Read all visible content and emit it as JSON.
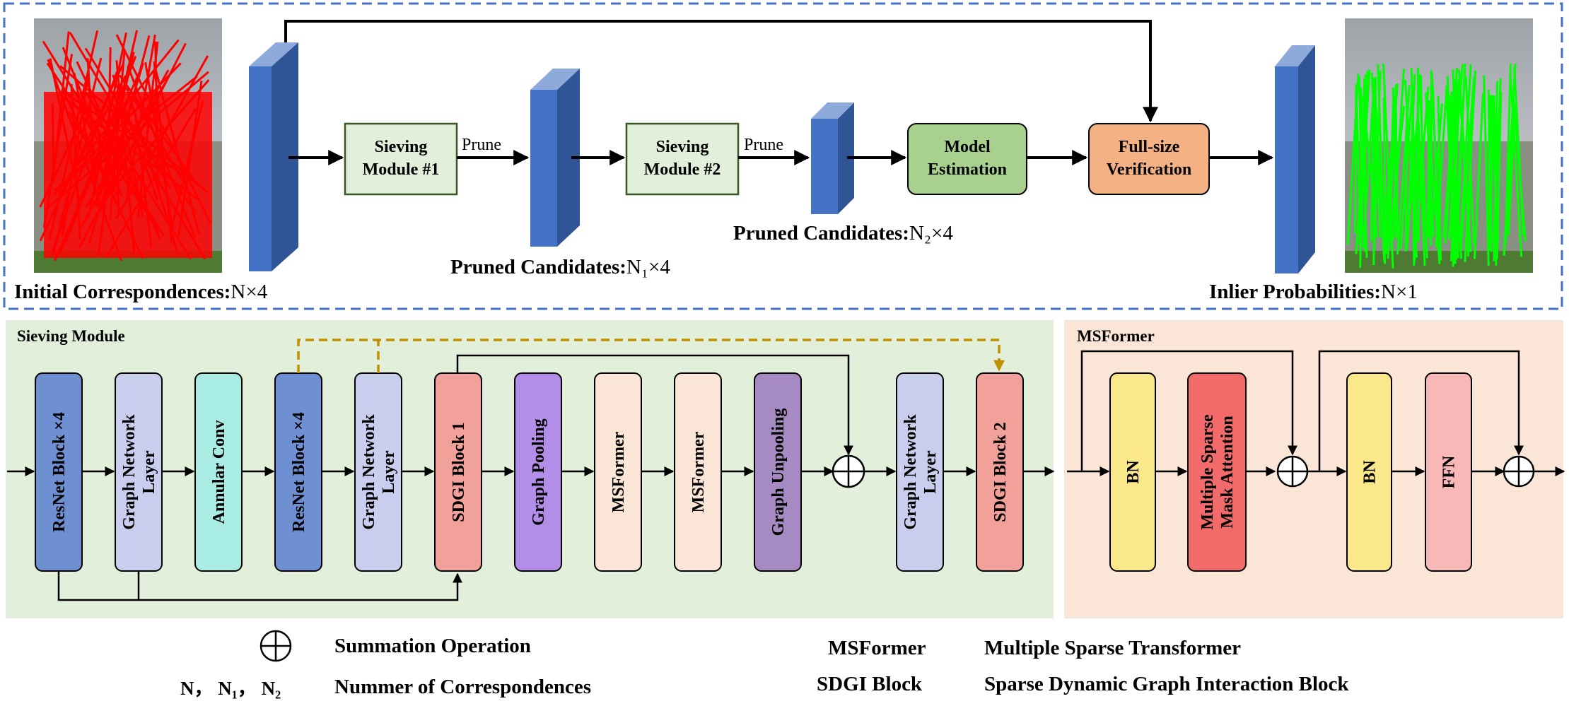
{
  "colors": {
    "frame_dash": "#4472c4",
    "prism_front": "#4472c4",
    "prism_side": "#2f5597",
    "prism_top": "#8eaadb",
    "sieving_box_fill": "#e2efda",
    "sieving_box_stroke": "#375623",
    "model_est_fill": "#a9d18e",
    "full_size_fill": "#f4b183",
    "panel_green": "#e2efda",
    "panel_peach": "#fbe5d6",
    "resnet": "#6f8fd3",
    "graph_net": "#c9cdee",
    "annular": "#a8ece3",
    "sdgi": "#f1a09a",
    "graph_pool": "#b38ee8",
    "msformer": "#fbe5d6",
    "graph_unpool": "#a68bc2",
    "bn": "#fbe88a",
    "msma": "#f26a6a",
    "ffn": "#f9b8b8",
    "dashed_skip": "#bf9000",
    "red_lines": "#ff0000",
    "green_lines": "#00ff00"
  },
  "pipeline": {
    "sieving1": [
      "Sieving",
      "Module #1"
    ],
    "sieving2": [
      "Sieving",
      "Module #2"
    ],
    "prune_label": "Prune",
    "model_estimation": [
      "Model",
      "Estimation"
    ],
    "full_size_verification": [
      "Full-size",
      "Verification"
    ],
    "initial_correspondences": "Initial Correspondences:",
    "initial_dims": "N×4",
    "pruned1_label": "Pruned Candidates:",
    "pruned1_dims": "N₁×4",
    "pruned2_label": "Pruned Candidates:",
    "pruned2_dims": "N₂×4",
    "inlier_label": "Inlier Probabilities:",
    "inlier_dims": "N×1"
  },
  "sieving_module": {
    "title": "Sieving Module",
    "blocks": [
      "ResNet Block ×4",
      "Graph Network|Layer",
      "Annular Conv",
      "ResNet Block ×4",
      "Graph Network|Layer",
      "SDGI Block 1",
      "Graph Pooling",
      "MSFormer",
      "MSFormer",
      "Graph Unpooling",
      "Graph Network|Layer",
      "SDGI Block 2"
    ]
  },
  "msformer_panel": {
    "title": "MSFormer",
    "blocks": [
      "BN",
      "Multiple Sparse|Mask Attention",
      "BN",
      "FFN"
    ]
  },
  "legend": {
    "sum_desc": "Summation Operation",
    "n_symbols": "N， N₁， N₂",
    "n_desc": "Nummer of Correspondences",
    "msformer_term": "MSFormer",
    "msformer_desc": "Multiple Sparse Transformer",
    "sdgi_term": "SDGI Block",
    "sdgi_desc": "Sparse Dynamic Graph Interaction Block"
  }
}
